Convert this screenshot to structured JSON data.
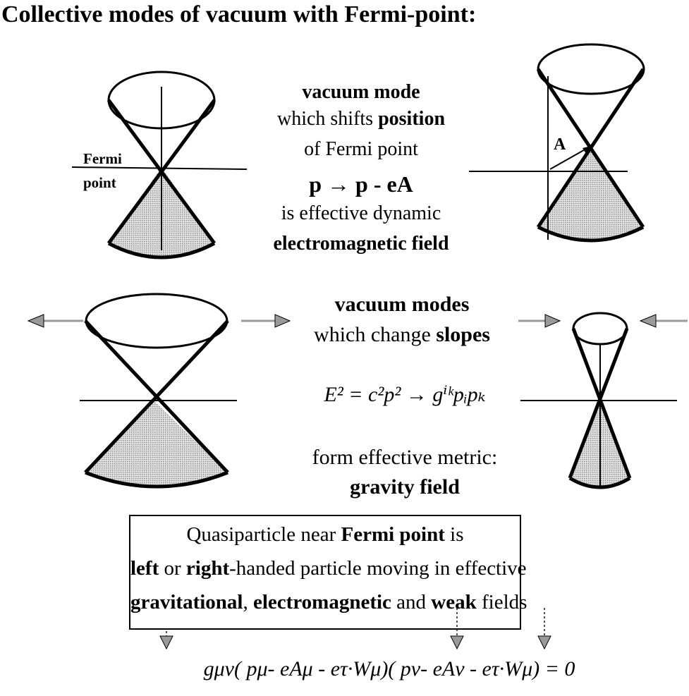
{
  "title": "Collective modes of vacuum with Fermi-point:",
  "fermi_label_line1": "Fermi",
  "fermi_label_line2": "point",
  "label_A": "A",
  "em_block": {
    "line1": "vacuum mode",
    "line2_pre": "which shifts ",
    "line2_bold": "position",
    "line3": "of Fermi point",
    "formula": "p → p - eA",
    "line5": "is effective dynamic",
    "line6": "electromagnetic field"
  },
  "grav_block": {
    "line1": "vacuum modes",
    "line2_pre": "which change ",
    "line2_bold": "slopes",
    "formula": "E² = c²p² → gⁱᵏpᵢpₖ",
    "line4": "form effective metric:",
    "line5": "gravity field"
  },
  "box": {
    "line1_pre": "Quasiparticle near ",
    "line1_bold": "Fermi point",
    "line1_post": " is",
    "line2_bold1": "left",
    "line2_mid": " or ",
    "line2_bold2": "right",
    "line2_post": "-handed particle moving in effective",
    "line3_bold1": "gravitational",
    "line3_sep": ", ",
    "line3_bold2": "electromagnetic",
    "line3_mid": " and ",
    "line3_bold3": "weak",
    "line3_post": " fields"
  },
  "final_equation": "gμν( pμ- eAμ - eτ·Wμ)( pν- eAν - eτ·Wμ) = 0",
  "colors": {
    "fill": "#c8c8c8",
    "stroke": "#000000",
    "arrow": "#9a9a9a"
  }
}
